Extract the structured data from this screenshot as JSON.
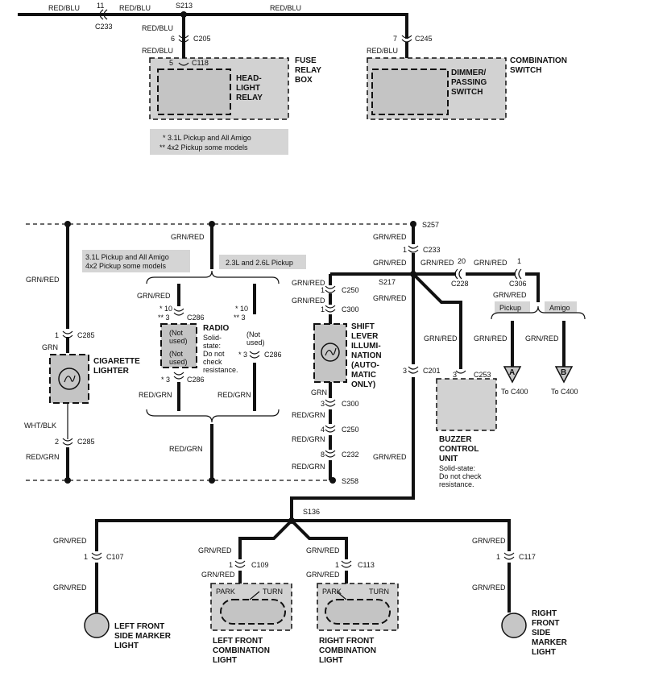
{
  "wires": {
    "red_blu": "RED/BLU",
    "grn_red": "GRN/RED",
    "red_grn": "RED/GRN",
    "grn": "GRN",
    "wht_blk": "WHT/BLK"
  },
  "splices": {
    "s213": "S213",
    "s257": "S257",
    "s217": "S217",
    "s258": "S258",
    "s136": "S136"
  },
  "connectors": {
    "c233": "C233",
    "c205": "C205",
    "c118": "C118",
    "c245": "C245",
    "c285": "C285",
    "c286": "C286",
    "c250": "C250",
    "c300": "C300",
    "c201": "C201",
    "c232": "C232",
    "c228": "C228",
    "c306": "C306",
    "c253": "C253",
    "c107": "C107",
    "c109": "C109",
    "c113": "C113",
    "c117": "C117"
  },
  "pins": {
    "p1": "1",
    "p2": "2",
    "p3": "3",
    "p4": "4",
    "p5": "5",
    "p6": "6",
    "p7": "7",
    "p8": "8",
    "p10": "10",
    "p11": "11",
    "p20": "20",
    "star10": "* 10",
    "dstar3": "** 3",
    "star3": "* 3"
  },
  "components": {
    "fuse_relay_box": "FUSE RELAY BOX",
    "fuse_relay_box_l1": "FUSE",
    "fuse_relay_box_l2": "RELAY",
    "fuse_relay_box_l3": "BOX",
    "headlight_relay_l1": "HEAD-",
    "headlight_relay_l2": "LIGHT",
    "headlight_relay_l3": "RELAY",
    "combo_switch_l1": "COMBINATION",
    "combo_switch_l2": "SWITCH",
    "dimmer_l1": "DIMMER/",
    "dimmer_l2": "PASSING",
    "dimmer_l3": "SWITCH",
    "cig_l1": "CIGARETTE",
    "cig_l2": "LIGHTER",
    "radio": "RADIO",
    "radio_ss_l1": "Solid-",
    "radio_ss_l2": "state:",
    "radio_ss_l3": "Do not",
    "radio_ss_l4": "check",
    "radio_ss_l5": "resistance.",
    "not_l1": "(Not",
    "not_l2": "used)",
    "shift_l1": "SHIFT",
    "shift_l2": "LEVER",
    "shift_l3": "ILLUMI-",
    "shift_l4": "NATION",
    "shift_l5": "(AUTO-",
    "shift_l6": "MATIC",
    "shift_l7": "ONLY)",
    "buzzer_l1": "BUZZER",
    "buzzer_l2": "CONTROL",
    "buzzer_l3": "UNIT",
    "buzzer_ss_l1": "Solid-state:",
    "buzzer_ss_l2": "Do not check",
    "buzzer_ss_l3": "resistance.",
    "lfsm_l1": "LEFT FRONT",
    "lfsm_l2": "SIDE MARKER",
    "lfsm_l3": "LIGHT",
    "lfc_l1": "LEFT FRONT",
    "lfc_l2": "COMBINATION",
    "lfc_l3": "LIGHT",
    "rfc_l1": "RIGHT FRONT",
    "rfc_l2": "COMBINATION",
    "rfc_l3": "LIGHT",
    "rfsm_l1": "RIGHT",
    "rfsm_l2": "FRONT",
    "rfsm_l3": "SIDE",
    "rfsm_l4": "MARKER",
    "rfsm_l5": "LIGHT",
    "park": "PARK",
    "turn": "TURN"
  },
  "notes": {
    "legend_l1": "* 3.1L Pickup and All Amigo",
    "legend_l2": "** 4x2 Pickup some models",
    "radio_l1": "3.1L Pickup and All Amigo",
    "radio_l2": "4x2 Pickup some models",
    "engine_23": "2.3L and 2.6L Pickup",
    "pickup": "Pickup",
    "amigo": "Amigo",
    "to_c400": "To C400",
    "letter_a": "A",
    "letter_b": "B"
  }
}
